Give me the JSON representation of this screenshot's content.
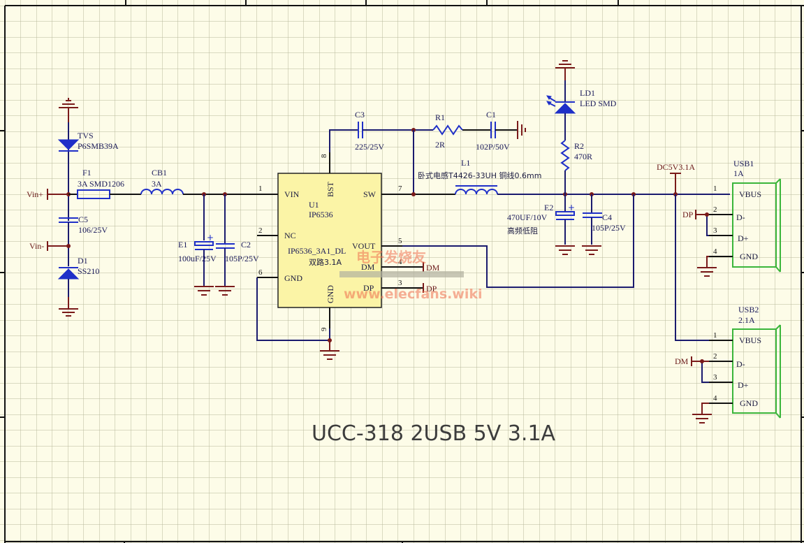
{
  "title": "UCC-318 2USB 5V 3.1A",
  "watermark": {
    "line1": "电子发烧友",
    "line2": "www.elecfans.wiki"
  },
  "colors": {
    "sheet": "#fdfce8",
    "grid": "#b8b89a",
    "wire": "#1a1a6e",
    "component": "#1f2fc8",
    "power_port": "#7a1a1a",
    "ic_fill": "#fbf4a6",
    "usb_outline": "#3ab53a",
    "title_text": "#3d3d3d"
  },
  "ports": {
    "vin_plus": "Vin+",
    "vin_minus": "Vin-",
    "dc5v": "DC5V3.1A",
    "dm_out": "DM",
    "dp_out": "DP",
    "dp_usb1": "DP",
    "dm_usb2": "DM"
  },
  "components": {
    "tvs": {
      "ref": "TVS",
      "value": "P6SMB39A"
    },
    "f1": {
      "ref": "F1",
      "value": "3A SMD1206"
    },
    "cb1": {
      "ref": "CB1",
      "value": "3A"
    },
    "c5": {
      "ref": "C5",
      "value": "106/25V"
    },
    "d1": {
      "ref": "D1",
      "value": "SS210"
    },
    "e1": {
      "ref": "E1",
      "value": "100uF/25V"
    },
    "c2": {
      "ref": "C2",
      "value": "105P/25V"
    },
    "c3": {
      "ref": "C3",
      "value": "225/25V"
    },
    "r1": {
      "ref": "R1",
      "value": "2R"
    },
    "c1": {
      "ref": "C1",
      "value": "102P/50V"
    },
    "l1": {
      "ref": "L1",
      "value": "卧式电感T4426-33UH 铜线0.6mm"
    },
    "ld1": {
      "ref": "LD1",
      "value": "LED SMD"
    },
    "r2": {
      "ref": "R2",
      "value": "470R"
    },
    "e2": {
      "ref": "E2",
      "value": "470UF/10V",
      "note": "高频低阻"
    },
    "c4": {
      "ref": "C4",
      "value": "105P/25V"
    },
    "u1": {
      "ref": "U1",
      "value": "IP6536",
      "part": "IP6536_3A1_DL",
      "desc": "双路3.1A",
      "pins": [
        {
          "num": "1",
          "name": "VIN"
        },
        {
          "num": "2",
          "name": "NC"
        },
        {
          "num": "6",
          "name": "GND"
        },
        {
          "num": "8",
          "name": "BST"
        },
        {
          "num": "7",
          "name": "SW"
        },
        {
          "num": "5",
          "name": "VOUT"
        },
        {
          "num": "4",
          "name": "DM"
        },
        {
          "num": "3",
          "name": "DP"
        },
        {
          "num": "9",
          "name": "GND"
        }
      ]
    },
    "usb1": {
      "ref": "USB1",
      "value": "1A",
      "pins": [
        {
          "num": "1",
          "name": "VBUS"
        },
        {
          "num": "2",
          "name": "D-"
        },
        {
          "num": "3",
          "name": "D+"
        },
        {
          "num": "4",
          "name": "GND"
        }
      ]
    },
    "usb2": {
      "ref": "USB2",
      "value": "2.1A",
      "pins": [
        {
          "num": "1",
          "name": "VBUS"
        },
        {
          "num": "2",
          "name": "D-"
        },
        {
          "num": "3",
          "name": "D+"
        },
        {
          "num": "4",
          "name": "GND"
        }
      ]
    }
  }
}
